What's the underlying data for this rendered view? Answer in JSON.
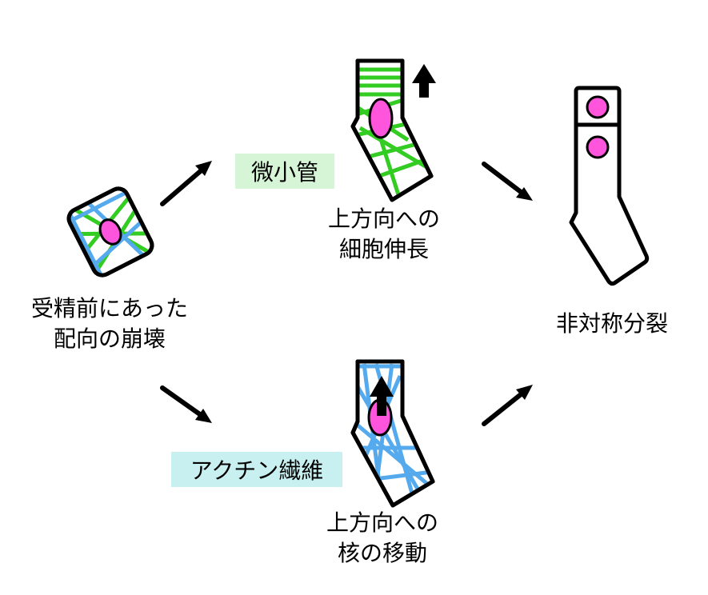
{
  "colors": {
    "microtubule": "#33cc22",
    "actin": "#55aaee",
    "nucleus": "#ff55dd",
    "microtubule_tag_bg": "#d6f5d6",
    "actin_tag_bg": "#c8f0f0"
  },
  "labels": {
    "start_line1": "受精前にあった",
    "start_line2": "配向の崩壊",
    "microtubule": "微小管",
    "actin": "アクチン繊維",
    "elongation_line1": "上方向への",
    "elongation_line2": "細胞伸長",
    "nucleus_move_line1": "上方向への",
    "nucleus_move_line2": "核の移動",
    "result": "非対称分裂"
  },
  "icons": {
    "flow_arrow": "arrow-icon",
    "upward_arrow": "up-arrow-icon",
    "nucleus": "nucleus-icon"
  }
}
